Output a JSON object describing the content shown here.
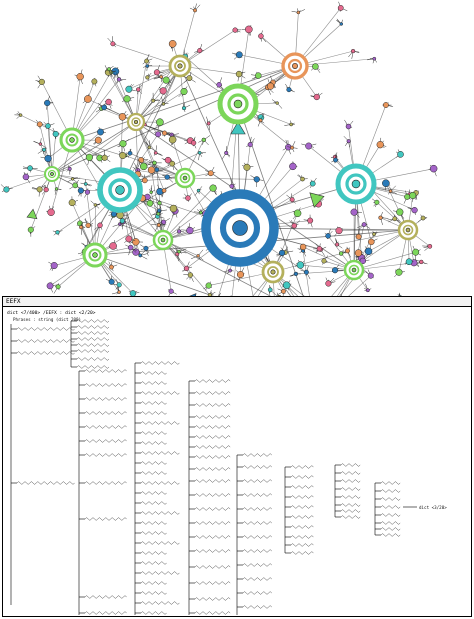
{
  "window": {
    "title": "EEFX",
    "root_label": "dict <7/400> /EEFX : dict <2/20>",
    "first_child": "Phrases : string (dict 208)",
    "tail_label": "dict <3/20>"
  },
  "colors": {
    "hub_blue": "#2a7ab8",
    "hub_cyan": "#41c6c0",
    "hub_green": "#7cd65a",
    "hub_olive": "#b4b05c",
    "hub_orange": "#e8955a",
    "hub_purple": "#a464c8",
    "hub_pink": "#e46a8e",
    "edge_dark": "#2a2a2a"
  }
}
